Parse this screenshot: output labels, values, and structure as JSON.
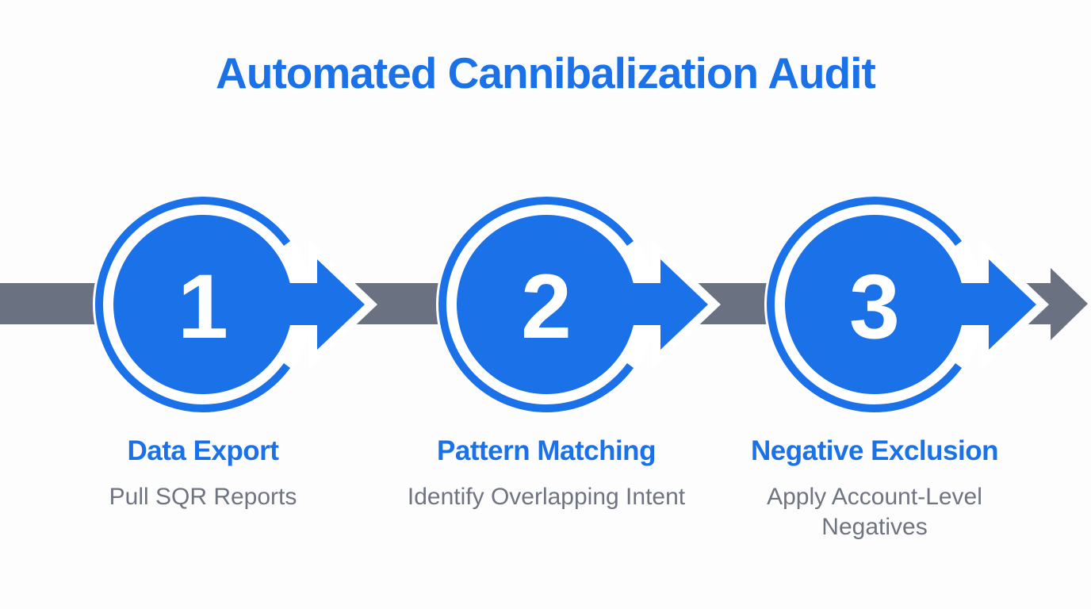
{
  "title": "Automated Cannibalization Audit",
  "colors": {
    "accent_blue": "#1b72e8",
    "timeline_gray": "#6a7180",
    "description_gray": "#6e7480",
    "background": "#fdfdfd"
  },
  "timeline": {
    "direction": "left-to-right",
    "end_icon": "arrow-right"
  },
  "steps": [
    {
      "number": "1",
      "heading": "Data Export",
      "description": "Pull SQR Reports"
    },
    {
      "number": "2",
      "heading": "Pattern Matching",
      "description": "Identify Overlapping Intent"
    },
    {
      "number": "3",
      "heading": "Negative Exclusion",
      "description": "Apply Account-Level Negatives"
    }
  ]
}
